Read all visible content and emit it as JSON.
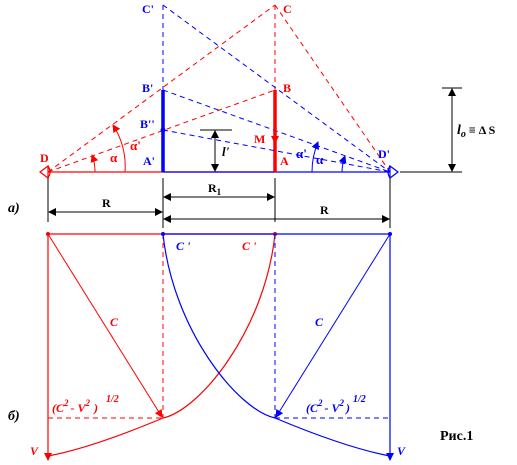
{
  "labels": {
    "C_prime_top": "C'",
    "C_top": "C",
    "B_prime": "B'",
    "B": "B",
    "B_dprime": "B''",
    "M": "M",
    "D": "D",
    "D_prime": "D'",
    "A_prime": "A'",
    "A": "A",
    "alpha_left": "α",
    "alpha_prime_left": "α'",
    "alpha_right": "α",
    "alpha_prime_right": "α'",
    "l_prime": "l'",
    "l_o": "l",
    "l_o_sub": "o",
    "l_o_rest": " ≡ Δ S",
    "R1": "R",
    "R1_sub": "1",
    "R_left": "R",
    "R_right": "R",
    "part_a": "а)",
    "part_b": "б)",
    "C_prime_red": "C '",
    "C_prime_blue": "C '",
    "C_red": "C",
    "C_blue": "C",
    "V_left": "V",
    "V_right": "V",
    "formula_open": "(C",
    "formula_exp": "2",
    "formula_minus": "- V",
    "formula_close": ")",
    "formula_power": "1/2",
    "fig_caption": "Рис.1"
  },
  "colors": {
    "red": "#ff0000",
    "blue": "#0000ff",
    "black": "#000000"
  }
}
